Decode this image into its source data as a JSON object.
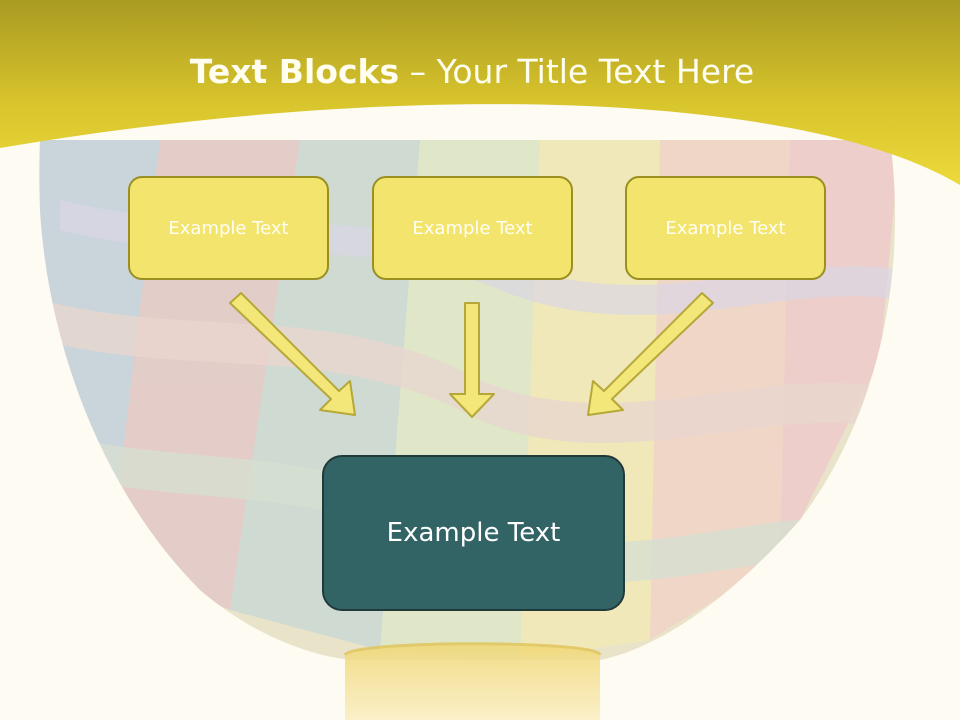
{
  "title": {
    "bold": "Text Blocks",
    "separator": " – ",
    "rest": "Your Title Text Here"
  },
  "boxes": {
    "left": "Example Text",
    "center": "Example Text",
    "right": "Example Text",
    "bottom": "Example Text"
  },
  "colors": {
    "banner": "#dcc82e",
    "box_fill": "#f2e46c",
    "box_border": "#9a8f1f",
    "arrow_fill": "#f3e77a",
    "arrow_stroke": "#b5a838",
    "bottom_fill": "#326466"
  }
}
